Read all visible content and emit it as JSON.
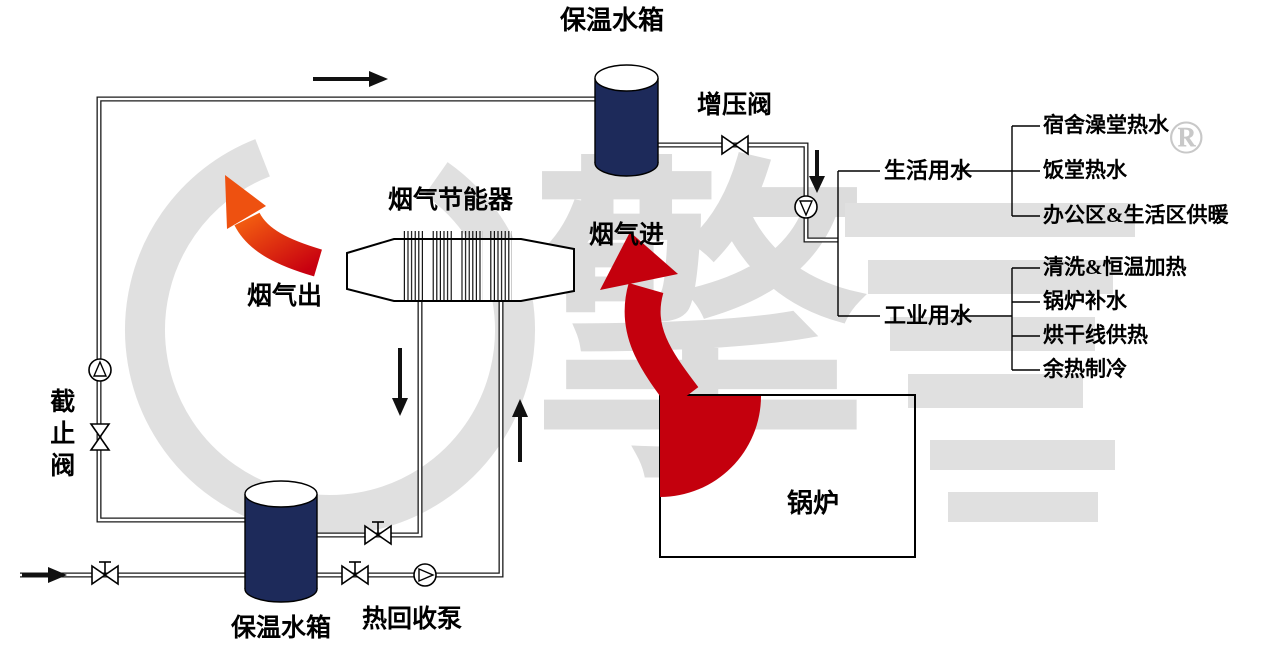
{
  "colors": {
    "tank_body": "#1d2a5a",
    "flue_in_red": "#c4000d",
    "flue_out_gradient_start": "#c80010",
    "flue_out_gradient_end": "#f25b10",
    "line_black": "#111111",
    "watermark_gray": "#dcdcdc"
  },
  "labels": {
    "top_tank": "保温水箱",
    "boost_valve": "增压阀",
    "economizer": "烟气节能器",
    "flue_out": "烟气出",
    "flue_in": "烟气进",
    "boiler": "锅炉",
    "stop_valve": "截止阀",
    "bottom_tank": "保温水箱",
    "recovery_pump": "热回收泵"
  },
  "branches": {
    "domestic": {
      "label": "生活用水",
      "items": [
        "宿舍澡堂热水",
        "饭堂热水",
        "办公区&生活区供暖"
      ]
    },
    "industrial": {
      "label": "工业用水",
      "items": [
        "清洗&恒温加热",
        "锅炉补水",
        "烘干线供热",
        "余热制冷"
      ]
    }
  },
  "watermark": {
    "char": "擎",
    "registered": "®"
  },
  "symbols": {
    "valve-icon": "bowtie-valve",
    "pump-icon": "circle-with-triangle",
    "tank-icon": "cylinder",
    "flow-arrow-icon": "black-straight-arrow",
    "flue-arrow-icon": "curved-red-arrow"
  }
}
